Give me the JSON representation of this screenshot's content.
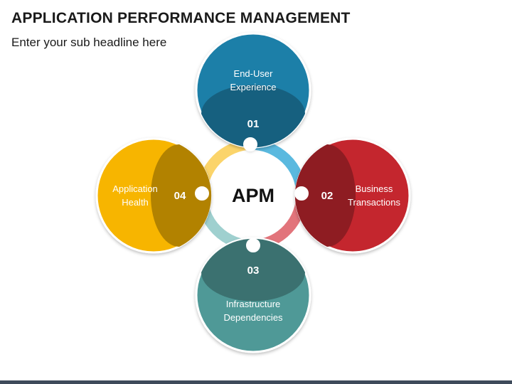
{
  "header": {
    "title": "APPLICATION PERFORMANCE MANAGEMENT",
    "subtitle": "Enter your sub headline here"
  },
  "diagram": {
    "center_label": "APM",
    "nodes": [
      {
        "number": "01",
        "line1": "End-User",
        "line2": "Experience",
        "color": "#1f7fa8",
        "shade": "#17607f",
        "arc": "#5ab9df"
      },
      {
        "number": "02",
        "line1": "Business",
        "line2": "Transactions",
        "color": "#c4262e",
        "shade": "#8e1c22",
        "arc": "#e2747b"
      },
      {
        "number": "03",
        "line1": "Infrastructure",
        "line2": "Dependencies",
        "color": "#4f9997",
        "shade": "#3a716f",
        "arc": "#9fd0cf"
      },
      {
        "number": "04",
        "line1": "Application",
        "line2": "Health",
        "color": "#f7b500",
        "shade": "#b28200",
        "arc": "#fbd46a"
      }
    ]
  }
}
